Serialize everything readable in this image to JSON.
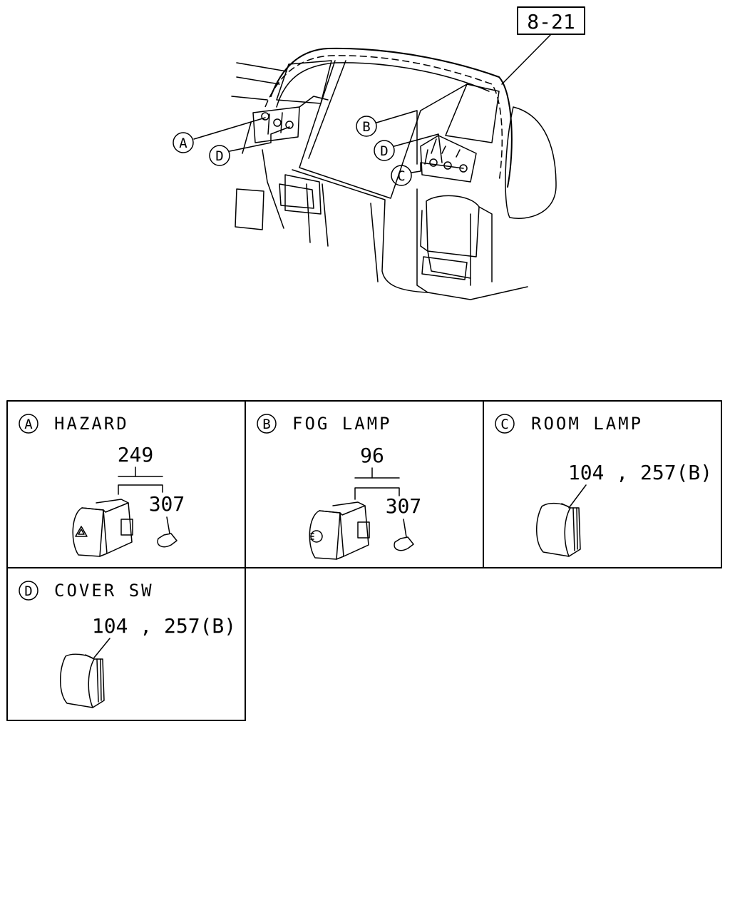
{
  "reference": "8-21",
  "overview_callouts": [
    "A",
    "D",
    "B",
    "D",
    "C"
  ],
  "panels": [
    {
      "letter": "A",
      "title": "HAZARD",
      "parts": [
        "249",
        "307"
      ]
    },
    {
      "letter": "B",
      "title": "FOG LAMP",
      "parts": [
        "96",
        "307"
      ]
    },
    {
      "letter": "C",
      "title": "ROOM LAMP",
      "parts": [
        "104 , 257(B)"
      ]
    },
    {
      "letter": "D",
      "title": "COVER SW",
      "parts": [
        "104 , 257(B)"
      ]
    }
  ]
}
